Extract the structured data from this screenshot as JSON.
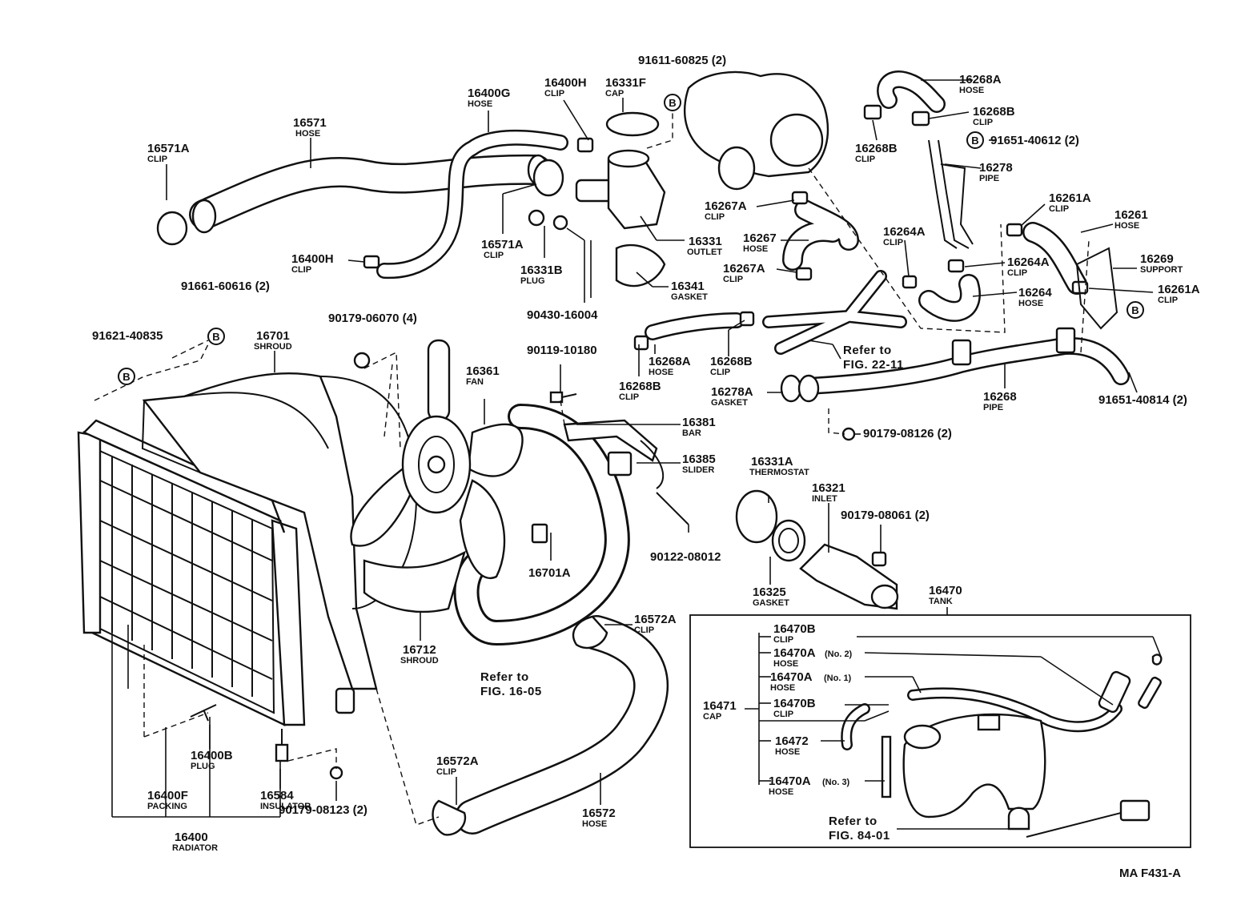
{
  "labels": [
    {
      "id": "l16571",
      "num": "16571",
      "sub": "HOSE"
    },
    {
      "id": "l16571A",
      "num": "16571A",
      "sub": "CLIP"
    },
    {
      "id": "l16400G",
      "num": "16400G",
      "sub": "HOSE"
    },
    {
      "id": "l16400H_top",
      "num": "16400H",
      "sub": "CLIP"
    },
    {
      "id": "l16331F",
      "num": "16331F",
      "sub": "CAP"
    },
    {
      "id": "l16571A_2",
      "num": "16571A",
      "sub": "CLIP"
    },
    {
      "id": "l16331B",
      "num": "16331B",
      "sub": "PLUG"
    },
    {
      "id": "l16331",
      "num": "16331",
      "sub": "OUTLET"
    },
    {
      "id": "l16341",
      "num": "16341",
      "sub": "GASKET"
    },
    {
      "id": "l16400H_left",
      "num": "16400H",
      "sub": "CLIP"
    },
    {
      "id": "l16701",
      "num": "16701",
      "sub": "SHROUD"
    },
    {
      "id": "l16361",
      "num": "16361",
      "sub": "FAN"
    },
    {
      "id": "l16381",
      "num": "16381",
      "sub": "BAR"
    },
    {
      "id": "l16385",
      "num": "16385",
      "sub": "SLIDER"
    },
    {
      "id": "l16701A",
      "num": "16701A",
      "sub": ""
    },
    {
      "id": "l16712",
      "num": "16712",
      "sub": "SHROUD"
    },
    {
      "id": "l16572A_r",
      "num": "16572A",
      "sub": "CLIP"
    },
    {
      "id": "l16572A_l",
      "num": "16572A",
      "sub": "CLIP"
    },
    {
      "id": "l16572",
      "num": "16572",
      "sub": "HOSE"
    },
    {
      "id": "l16400B",
      "num": "16400B",
      "sub": "PLUG"
    },
    {
      "id": "l16400F",
      "num": "16400F",
      "sub": "PACKING"
    },
    {
      "id": "l16584",
      "num": "16584",
      "sub": "INSULATOR"
    },
    {
      "id": "l16400",
      "num": "16400",
      "sub": "RADIATOR"
    },
    {
      "id": "l16268A_top",
      "num": "16268A",
      "sub": "HOSE"
    },
    {
      "id": "l16268B_top",
      "num": "16268B",
      "sub": "CLIP"
    },
    {
      "id": "l16268B_left",
      "num": "16268B",
      "sub": "CLIP"
    },
    {
      "id": "l16278",
      "num": "16278",
      "sub": "PIPE"
    },
    {
      "id": "l16267A_1",
      "num": "16267A",
      "sub": "CLIP"
    },
    {
      "id": "l16267",
      "num": "16267",
      "sub": "HOSE"
    },
    {
      "id": "l16267A_2",
      "num": "16267A",
      "sub": "CLIP"
    },
    {
      "id": "l16264A_1",
      "num": "16264A",
      "sub": "CLIP"
    },
    {
      "id": "l16264A_2",
      "num": "16264A",
      "sub": "CLIP"
    },
    {
      "id": "l16264",
      "num": "16264",
      "sub": "HOSE"
    },
    {
      "id": "l16261A_1",
      "num": "16261A",
      "sub": "CLIP"
    },
    {
      "id": "l16261",
      "num": "16261",
      "sub": "HOSE"
    },
    {
      "id": "l16269",
      "num": "16269",
      "sub": "SUPPORT"
    },
    {
      "id": "l16261A_2",
      "num": "16261A",
      "sub": "CLIP"
    },
    {
      "id": "l16268A_mid",
      "num": "16268A",
      "sub": "HOSE"
    },
    {
      "id": "l16268B_mid",
      "num": "16268B",
      "sub": "CLIP"
    },
    {
      "id": "l16268B_low",
      "num": "16268B",
      "sub": "CLIP"
    },
    {
      "id": "l16278A",
      "num": "16278A",
      "sub": "GASKET"
    },
    {
      "id": "l16268",
      "num": "16268",
      "sub": "PIPE"
    },
    {
      "id": "l16331A",
      "num": "16331A",
      "sub": "THERMOSTAT"
    },
    {
      "id": "l16321",
      "num": "16321",
      "sub": "INLET"
    },
    {
      "id": "l16325",
      "num": "16325",
      "sub": "GASKET"
    },
    {
      "id": "l16470",
      "num": "16470",
      "sub": "TANK"
    },
    {
      "id": "l16470B_1",
      "num": "16470B",
      "sub": "CLIP"
    },
    {
      "id": "l16470A_2",
      "num": "16470A",
      "sub": "HOSE",
      "note": "(No. 2)"
    },
    {
      "id": "l16470A_1",
      "num": "16470A",
      "sub": "HOSE",
      "note": "(No. 1)"
    },
    {
      "id": "l16471",
      "num": "16471",
      "sub": "CAP"
    },
    {
      "id": "l16470B_2",
      "num": "16470B",
      "sub": "CLIP"
    },
    {
      "id": "l16472",
      "num": "16472",
      "sub": "HOSE"
    },
    {
      "id": "l16470A_3",
      "num": "16470A",
      "sub": "HOSE",
      "note": "(No. 3)"
    }
  ],
  "bolts": [
    {
      "id": "b91611",
      "text": "91611-60825 (2)"
    },
    {
      "id": "b91661",
      "text": "91661-60616 (2)"
    },
    {
      "id": "b91621",
      "text": "91621-40835"
    },
    {
      "id": "b90179_06070",
      "text": "90179-06070 (4)"
    },
    {
      "id": "b90430",
      "text": "90430-16004"
    },
    {
      "id": "b90119",
      "text": "90119-10180"
    },
    {
      "id": "b90122",
      "text": "90122-08012"
    },
    {
      "id": "b90179_08123",
      "text": "90179-08123 (2)"
    },
    {
      "id": "b91651_40612",
      "text": "91651-40612 (2)"
    },
    {
      "id": "b91651_40814",
      "text": "91651-40814 (2)"
    },
    {
      "id": "b90179_08126",
      "text": "90179-08126 (2)"
    },
    {
      "id": "b90179_08061",
      "text": "90179-08061 (2)"
    }
  ],
  "refs": {
    "ref_22_line1": "Refer to",
    "ref_22_line2": "FIG. 22-11",
    "ref_16_line1": "Refer to",
    "ref_16_line2": "FIG. 16-05",
    "ref_84_line1": "Refer to",
    "ref_84_line2": "FIG. 84-01"
  },
  "b_marker": "B",
  "figure_code": "MA  F431-A"
}
